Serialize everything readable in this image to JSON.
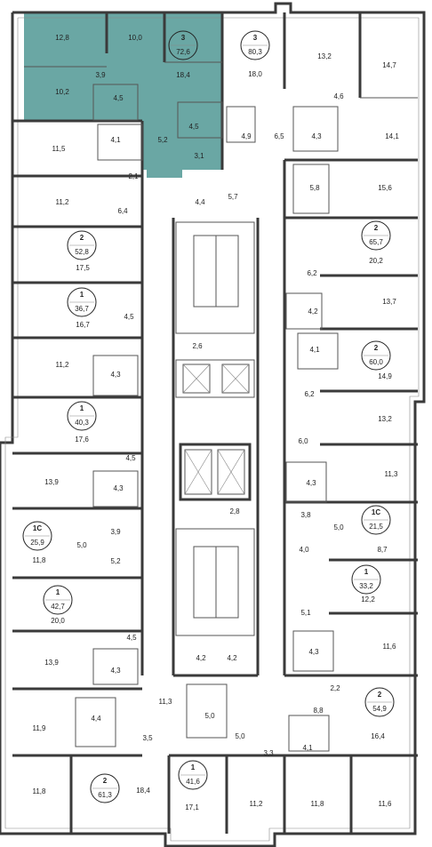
{
  "colors": {
    "highlight": "#6aa7a4",
    "wall": "#3a3a3a",
    "background": "#ffffff"
  },
  "apartments": [
    {
      "type": "3",
      "area": "72,6",
      "highlighted": true
    },
    {
      "type": "3",
      "area": "80,3"
    },
    {
      "type": "2",
      "area": "52,8"
    },
    {
      "type": "1",
      "area": "36,7"
    },
    {
      "type": "1",
      "area": "40,3"
    },
    {
      "type": "1С",
      "area": "25,9"
    },
    {
      "type": "1",
      "area": "42,7"
    },
    {
      "type": "2",
      "area": "61,3"
    },
    {
      "type": "1",
      "area": "41,6"
    },
    {
      "type": "2",
      "area": "65,7"
    },
    {
      "type": "2",
      "area": "60,0"
    },
    {
      "type": "1С",
      "area": "21,5"
    },
    {
      "type": "1",
      "area": "33,2"
    },
    {
      "type": "2",
      "area": "54,9"
    }
  ],
  "rooms": [
    "12,8",
    "10,0",
    "3,9",
    "18,4",
    "10,2",
    "4,5",
    "4,5",
    "5,2",
    "3,1",
    "2,1",
    "18,0",
    "4,9",
    "6,5",
    "13,2",
    "14,7",
    "4,6",
    "4,3",
    "14,1",
    "11,5",
    "4,1",
    "11,2",
    "6,4",
    "4,4",
    "5,7",
    "5,8",
    "15,6",
    "17,5",
    "20,2",
    "6,2",
    "16,7",
    "4,5",
    "4,2",
    "13,7",
    "2,6",
    "11,2",
    "4,3",
    "4,1",
    "14,9",
    "6,2",
    "13,2",
    "17,6",
    "4,5",
    "6,0",
    "11,3",
    "13,9",
    "4,3",
    "4,3",
    "2,8",
    "3,8",
    "5,0",
    "3,9",
    "5,0",
    "5,2",
    "11,8",
    "4,0",
    "8,7",
    "12,2",
    "20,0",
    "5,1",
    "4,5",
    "11,6",
    "13,9",
    "4,3",
    "4,2",
    "4,2",
    "4,3",
    "2,2",
    "11,3",
    "4,4",
    "5,0",
    "8,8",
    "11,9",
    "3,5",
    "5,0",
    "16,4",
    "3,3",
    "4,1",
    "11,8",
    "18,4",
    "17,1",
    "11,2",
    "11,8",
    "11,6"
  ]
}
